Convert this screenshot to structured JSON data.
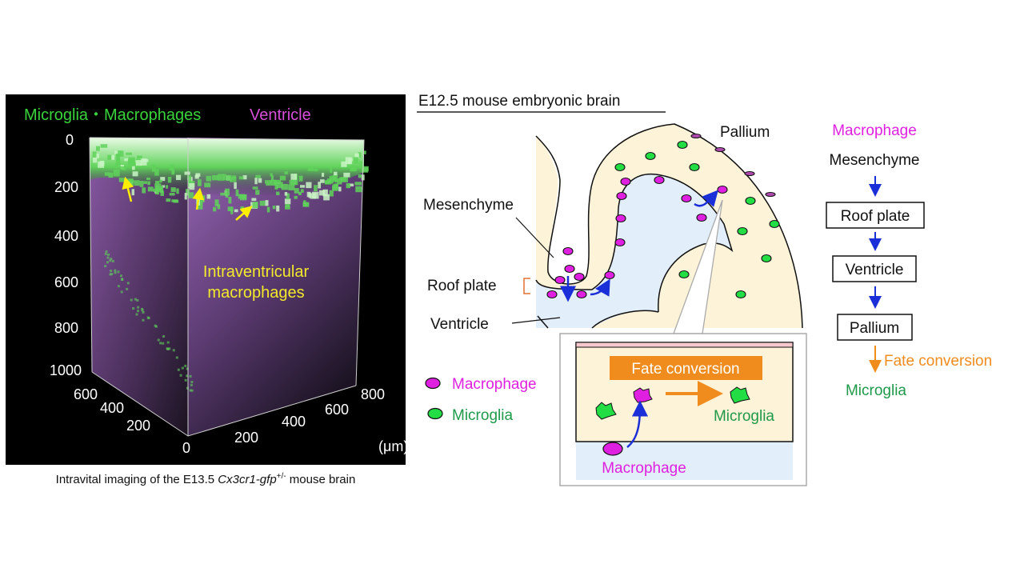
{
  "left_panel": {
    "legend_green": "Microglia・Macrophages",
    "legend_magenta": "Ventricle",
    "annotation_line1": "Intraventricular",
    "annotation_line2": "macrophages",
    "z_ticks": [
      "0",
      "200",
      "400",
      "600",
      "800",
      "1000"
    ],
    "depth_ticks": [
      "600",
      "400",
      "200",
      "0"
    ],
    "x_ticks": [
      "200",
      "400",
      "600",
      "800"
    ],
    "unit": "(μm)",
    "caption_prefix": "Intravital imaging of the E13.5 ",
    "caption_gene": "Cx3cr1-gfp",
    "caption_sup": "+/-",
    "caption_suffix": " mouse brain"
  },
  "diagram": {
    "title": "E12.5 mouse embryonic brain",
    "labels": {
      "pallium": "Pallium",
      "mesenchyme": "Mesenchyme",
      "roof_plate": "Roof plate",
      "ventricle": "Ventricle"
    },
    "legend": [
      {
        "label": "Macrophage",
        "color": "#e020e0"
      },
      {
        "label": "Microglia",
        "color": "#22dd44"
      }
    ],
    "inset": {
      "banner": "Fate conversion",
      "microglia_label": "Microglia",
      "macrophage_label": "Macrophage"
    }
  },
  "flow": {
    "header": "Macrophage",
    "steps": [
      "Mesenchyme",
      "Roof plate",
      "Ventricle",
      "Pallium"
    ],
    "conversion_label": "Fate conversion",
    "result": "Microglia"
  },
  "colors": {
    "magenta": "#e020e0",
    "green_text": "#1f9a4a",
    "orange": "#f08c1e",
    "blue_arrow": "#1a2fd8",
    "cream": "#fdf3d8",
    "ventricle_blue": "#e3eefb"
  }
}
